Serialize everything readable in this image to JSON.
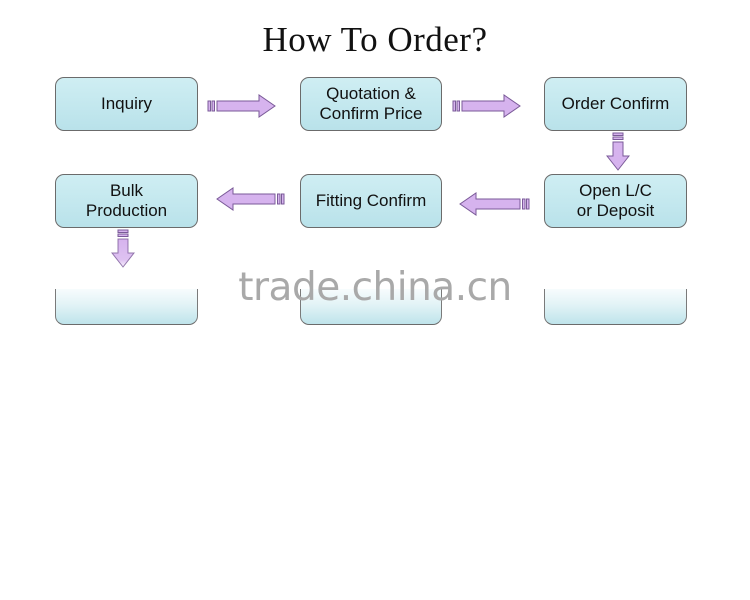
{
  "title": "How To Order?",
  "steps": {
    "inquiry": {
      "line1": "Inquiry"
    },
    "quotation": {
      "line1": "Quotation &",
      "line2": "Confirm Price"
    },
    "order_confirm": {
      "line1": "Order Confirm"
    },
    "open_lc": {
      "line1": "Open L/C",
      "line2": "or Deposit"
    },
    "fitting_confirm": {
      "line1": "Fitting Confirm"
    },
    "bulk_production": {
      "line1": "Bulk",
      "line2": "Production"
    }
  },
  "watermark": "trade.china.cn",
  "colors": {
    "box_fill": "#c5e9ef",
    "arrow_fill": "#d6b3ee",
    "arrow_stroke": "#7a5a98"
  }
}
